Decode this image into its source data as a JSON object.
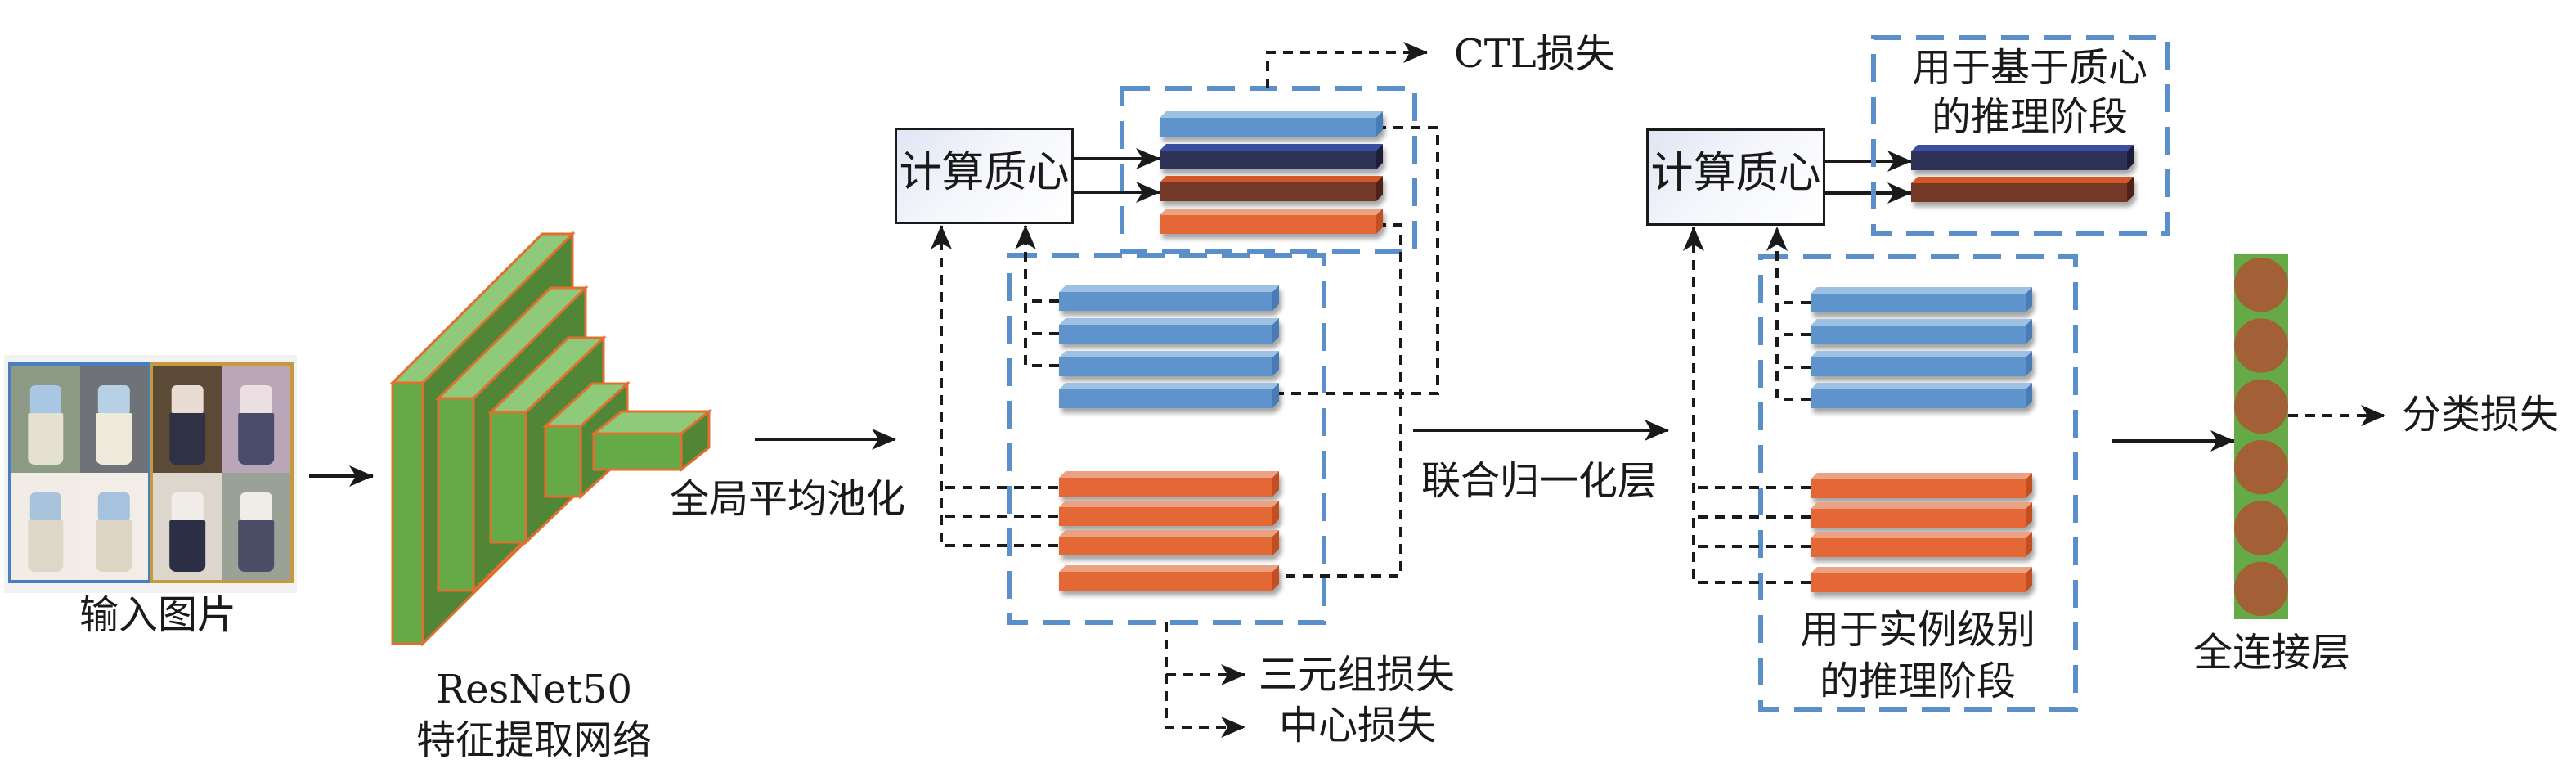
{
  "input": {
    "label": "输入图片",
    "groups": [
      {
        "name": "group-a",
        "border_color": "#4a7fbf",
        "photos": [
          {
            "bg": "#8c9a86",
            "top": "#a9c6e2",
            "bottom": "#e4e1d2"
          },
          {
            "bg": "#6f7276",
            "top": "#b8d0e4",
            "bottom": "#efebdc"
          },
          {
            "bg": "#f1ece6",
            "top": "#a9c3dd",
            "bottom": "#dcd7c6"
          },
          {
            "bg": "#f3ede8",
            "top": "#a7c2de",
            "bottom": "#ddd6c4"
          }
        ]
      },
      {
        "name": "group-b",
        "border_color": "#c49a3c",
        "photos": [
          {
            "bg": "#5b4a36",
            "top": "#e8dcd3",
            "bottom": "#2e3244"
          },
          {
            "bg": "#b9a7b9",
            "top": "#ecdfe2",
            "bottom": "#4a4c6b"
          },
          {
            "bg": "#ddd6cc",
            "top": "#f0ece8",
            "bottom": "#2c2f45"
          },
          {
            "bg": "#9aa196",
            "top": "#f0ece6",
            "bottom": "#4b4e66"
          }
        ]
      }
    ]
  },
  "backbone": {
    "name": "ResNet50",
    "subtitle": "特征提取网络",
    "colors": {
      "front": "#66aa47",
      "top": "#8fc97a",
      "side": "#528637",
      "edge": "#e0702f"
    }
  },
  "gap_label": "全局平均池化",
  "stage1": {
    "centroid_box": "计算质心",
    "ctl_loss": "CTL损失",
    "triplet_loss": "三元组损失",
    "center_loss": "中心损失",
    "centroid_bars": [
      "light-blue",
      "navy",
      "brown",
      "orange"
    ],
    "instance_bars": [
      "light-blue",
      "light-blue",
      "light-blue",
      "light-blue",
      "orange",
      "orange",
      "orange",
      "orange"
    ]
  },
  "bn_label": "联合归一化层",
  "stage2": {
    "centroid_box": "计算质心",
    "centroid_inference_label": [
      "用于基于质心",
      "的推理阶段"
    ],
    "instance_inference_label": [
      "用于实例级别",
      "的推理阶段"
    ],
    "centroid_bars": [
      "navy",
      "brown"
    ],
    "instance_bars": [
      "light-blue",
      "light-blue",
      "light-blue",
      "light-blue",
      "orange",
      "orange",
      "orange",
      "orange"
    ]
  },
  "fc": {
    "label": "全连接层",
    "neurons": 6,
    "colors": {
      "column": "#66aa47",
      "neuron": "#a35f35"
    }
  },
  "cls_loss": "分类损失",
  "palette": {
    "light-blue": {
      "front": "#5f93cb",
      "top": "#9dc1e2",
      "side": "#4a7cb6"
    },
    "navy": {
      "front": "#2d3057",
      "top": "#3a4fa0",
      "side": "#1d1f3d"
    },
    "brown": {
      "front": "#733726",
      "top": "#d2582a",
      "side": "#4f2418"
    },
    "orange": {
      "front": "#e36735",
      "top": "#eaa282",
      "side": "#c24f22"
    },
    "dashed_box": "#5b8fca",
    "line": "#1a1a1a"
  }
}
